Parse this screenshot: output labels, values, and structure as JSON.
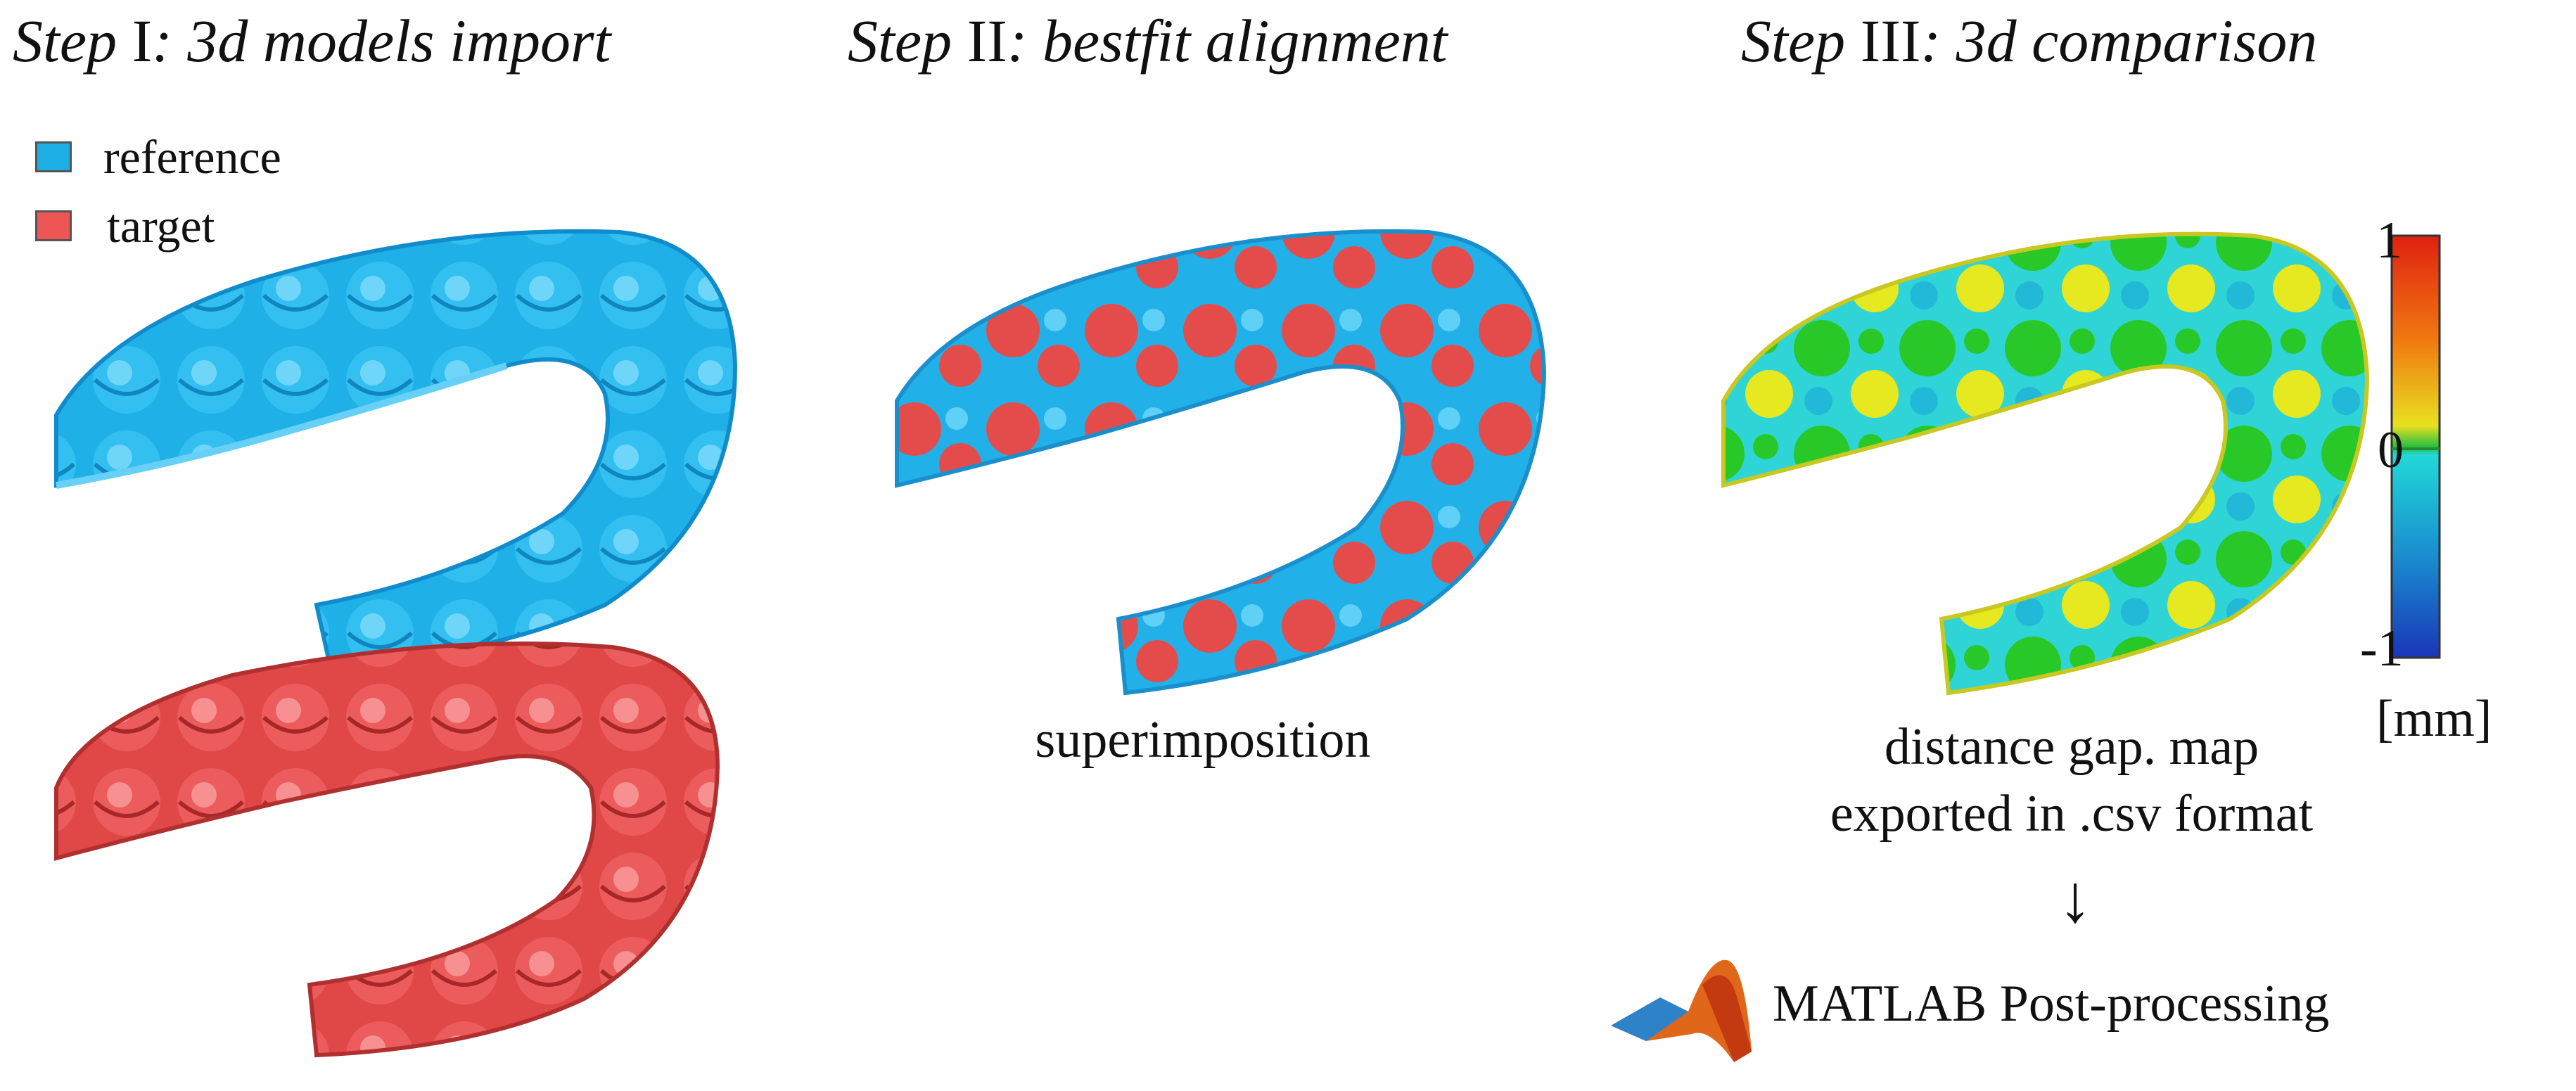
{
  "steps": [
    {
      "word": "Step",
      "numeral": "I",
      "text": ": 3d models import"
    },
    {
      "word": "Step",
      "numeral": "II",
      "text": ": bestfit alignment"
    },
    {
      "word": "Step",
      "numeral": "III",
      "text": ": 3d comparison"
    }
  ],
  "legend": [
    {
      "label": "reference",
      "color": "#1eaee6"
    },
    {
      "label": "target",
      "color": "#ee5555"
    }
  ],
  "captions": {
    "superimposition": "superimposition",
    "gap_line1": "distance gap. map",
    "gap_line2": "exported in .csv format",
    "arrow": "↓",
    "matlab": "MATLAB Post-processing"
  },
  "colorbar": {
    "max_label": "1",
    "mid_label": "0",
    "min_label": "-1",
    "unit": "[mm]",
    "top_color": "#e02010",
    "mid_color": "#20d8d8",
    "bottom_color": "#1a36b8"
  },
  "icons": {
    "matlab": "matlab-logo-icon"
  }
}
